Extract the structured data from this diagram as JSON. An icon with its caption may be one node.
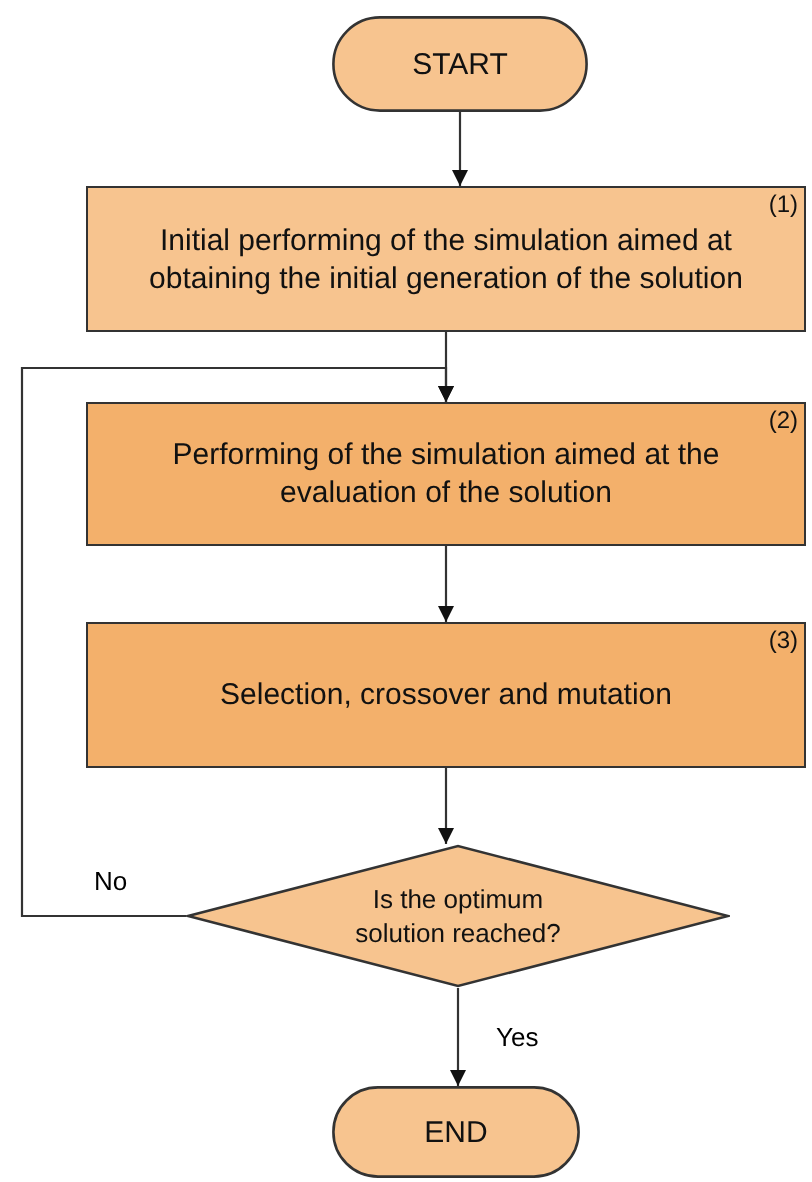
{
  "diagram": {
    "nodes": [
      {
        "text": [
          "START"
        ]
      },
      {
        "text": [
          "Initial performing of the simulation aimed at obtaining the initial generation of the solution",
          "(1)"
        ]
      },
      {
        "text": [
          "Performing of the simulation aimed at the evaluation of the solution",
          "(2)"
        ]
      },
      {
        "text": [
          "Selection, crossover and mutation",
          "(3)"
        ]
      },
      {
        "text": [
          "Is the optimum solution reached?"
        ]
      },
      {
        "text": [
          "END"
        ]
      }
    ],
    "edges": [
      {
        "from": 0,
        "to": 1,
        "arrow": "to"
      },
      {
        "from": 1,
        "to": 2,
        "arrow": "to"
      },
      {
        "from": 2,
        "to": 3,
        "arrow": "to"
      },
      {
        "from": 3,
        "to": 4,
        "arrow": "to"
      },
      {
        "from": 4,
        "to": 2,
        "arrow": "to",
        "label": "No"
      },
      {
        "from": 4,
        "to": 5,
        "arrow": "to",
        "label": "Yes"
      }
    ]
  }
}
